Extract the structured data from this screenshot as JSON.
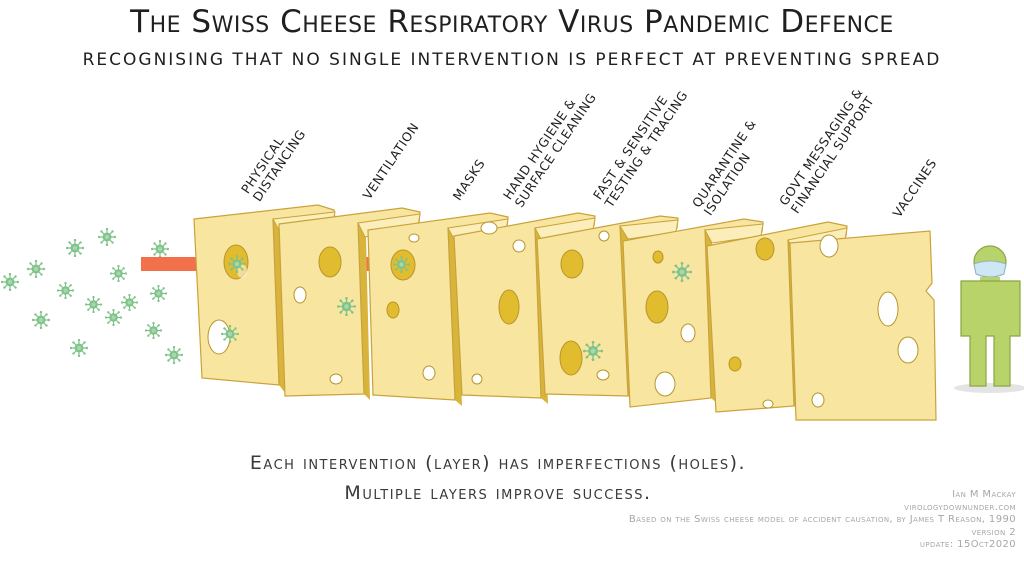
{
  "header": {
    "title": "The Swiss Cheese Respiratory Virus Pandemic Defence",
    "subtitle": "Recognising that no single intervention is perfect at preventing spread"
  },
  "layers": [
    {
      "lines": [
        "Physical",
        "distancing"
      ]
    },
    {
      "lines": [
        "Ventilation"
      ]
    },
    {
      "lines": [
        "Masks"
      ]
    },
    {
      "lines": [
        "Hand hygiene &",
        "surface cleaning"
      ]
    },
    {
      "lines": [
        "Fast & sensitive",
        "testing & tracing"
      ]
    },
    {
      "lines": [
        "Quarantine &",
        "isolation"
      ]
    },
    {
      "lines": [
        "Govt messaging &",
        "financial support"
      ]
    },
    {
      "lines": [
        "Vaccines"
      ]
    }
  ],
  "caption": {
    "line1": "Each intervention (layer) has imperfections (holes).",
    "line2": "Multiple layers improve success."
  },
  "credits": {
    "author": "Ian M Mackay",
    "site": "virologydownunder.com",
    "basis": "Based on the Swiss cheese model of accident causation, by James T Reason, 1990",
    "version": "version 2",
    "update": "update: 15Oct2020"
  },
  "colors": {
    "cheese": "#f8e59f",
    "cheese_edge": "#e0c24e",
    "hole": "#e1bc2e",
    "virus": "#7fc28a",
    "arrow": "#f2704a",
    "person": "#b7d36a"
  },
  "icons": {
    "virus": "virus-icon",
    "person": "masked-person-icon",
    "arrow": "transmission-arrow"
  }
}
